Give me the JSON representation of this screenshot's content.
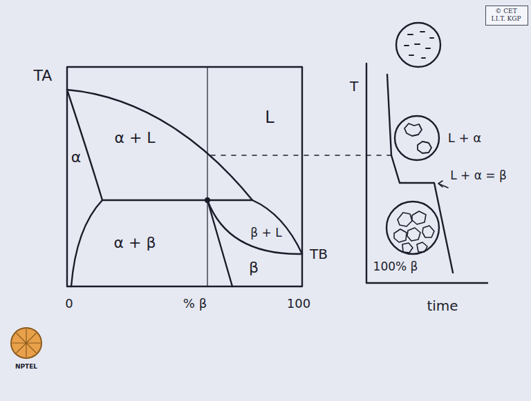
{
  "diagram": {
    "nodes": [
      {
        "text": [
          "© CET I.I.T. KGP"
        ]
      }
    ],
    "labels": [
      "TA",
      "α + L",
      "L",
      "α",
      "β + L",
      "α + β",
      "β",
      "TB",
      "0",
      "% β",
      "100",
      "T",
      "L + α",
      "L + α = β",
      "100% β",
      "time",
      "NPTEL"
    ]
  }
}
